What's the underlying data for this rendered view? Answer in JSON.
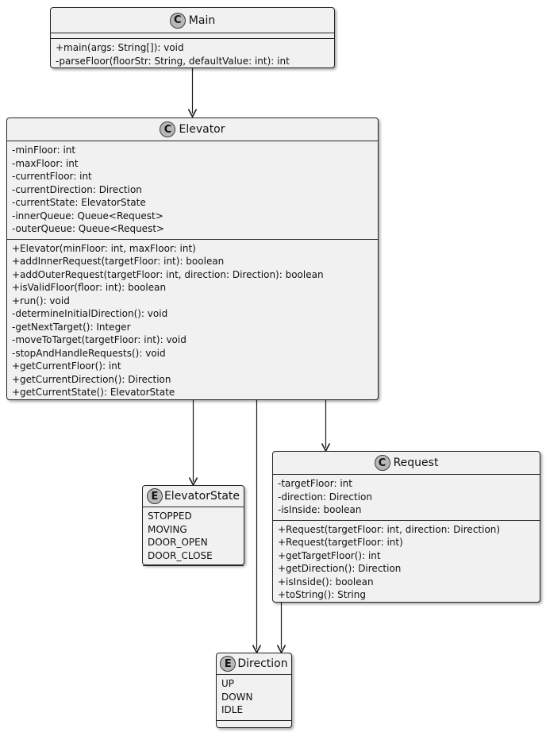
{
  "colors": {
    "box_fill": "#F1F1F1",
    "box_border": "#262626",
    "spot_fill": "#B8B8B8",
    "spot_border": "#3C3C3C",
    "arrow": "#1C1C1C",
    "text": "#111111",
    "background": "#FFFFFF"
  },
  "classes": {
    "main": {
      "kind": "class",
      "letter": "C",
      "name": "Main",
      "fields": [],
      "methods": [
        "+main(args: String[]): void",
        "-parseFloor(floorStr: String, defaultValue: int): int"
      ]
    },
    "elevator": {
      "kind": "class",
      "letter": "C",
      "name": "Elevator",
      "fields": [
        "-minFloor: int",
        "-maxFloor: int",
        "-currentFloor: int",
        "-currentDirection: Direction",
        "-currentState: ElevatorState",
        "-innerQueue: Queue<Request>",
        "-outerQueue: Queue<Request>"
      ],
      "methods": [
        "+Elevator(minFloor: int, maxFloor: int)",
        "+addInnerRequest(targetFloor: int): boolean",
        "+addOuterRequest(targetFloor: int, direction: Direction): boolean",
        "+isValidFloor(floor: int): boolean",
        "+run(): void",
        "-determineInitialDirection(): void",
        "-getNextTarget(): Integer",
        "-moveToTarget(targetFloor: int): void",
        "-stopAndHandleRequests(): void",
        "+getCurrentFloor(): int",
        "+getCurrentDirection(): Direction",
        "+getCurrentState(): ElevatorState"
      ]
    },
    "elevatorstate": {
      "kind": "enum",
      "letter": "E",
      "name": "ElevatorState",
      "values": [
        "STOPPED",
        "MOVING",
        "DOOR_OPEN",
        "DOOR_CLOSE"
      ]
    },
    "request": {
      "kind": "class",
      "letter": "C",
      "name": "Request",
      "fields": [
        "-targetFloor: int",
        "-direction: Direction",
        "-isInside: boolean"
      ],
      "methods": [
        "+Request(targetFloor: int, direction: Direction)",
        "+Request(targetFloor: int)",
        "+getTargetFloor(): int",
        "+getDirection(): Direction",
        "+isInside(): boolean",
        "+toString(): String"
      ]
    },
    "direction": {
      "kind": "enum",
      "letter": "E",
      "name": "Direction",
      "values": [
        "UP",
        "DOWN",
        "IDLE"
      ]
    }
  },
  "relationships": [
    {
      "from": "Main",
      "to": "Elevator"
    },
    {
      "from": "Elevator",
      "to": "ElevatorState"
    },
    {
      "from": "Elevator",
      "to": "Direction"
    },
    {
      "from": "Elevator",
      "to": "Request"
    },
    {
      "from": "Request",
      "to": "Direction"
    }
  ]
}
